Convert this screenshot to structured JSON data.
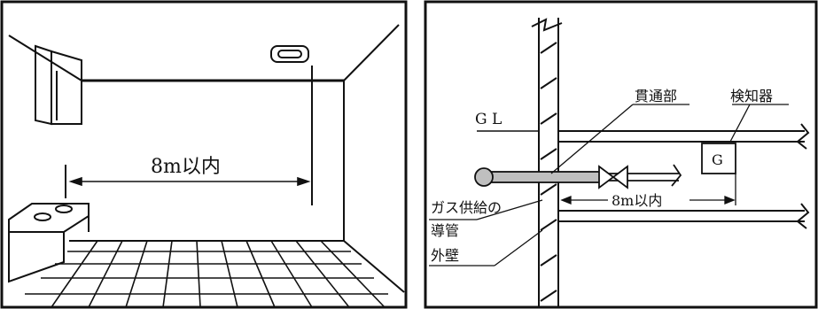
{
  "left": {
    "distance_label": "8m以内"
  },
  "right": {
    "gl_label": "G L",
    "penetration_label": "貫通部",
    "detector_label": "検知器",
    "detector_box_label": "G",
    "gas_pipe_label_line1": "ガス供給の",
    "gas_pipe_label_line2": "導管",
    "distance_label": "8m以内",
    "outer_wall_label": "外壁"
  },
  "colors": {
    "stroke": "#111111",
    "pipe_fill": "#bfbfbf",
    "background": "#ffffff"
  }
}
